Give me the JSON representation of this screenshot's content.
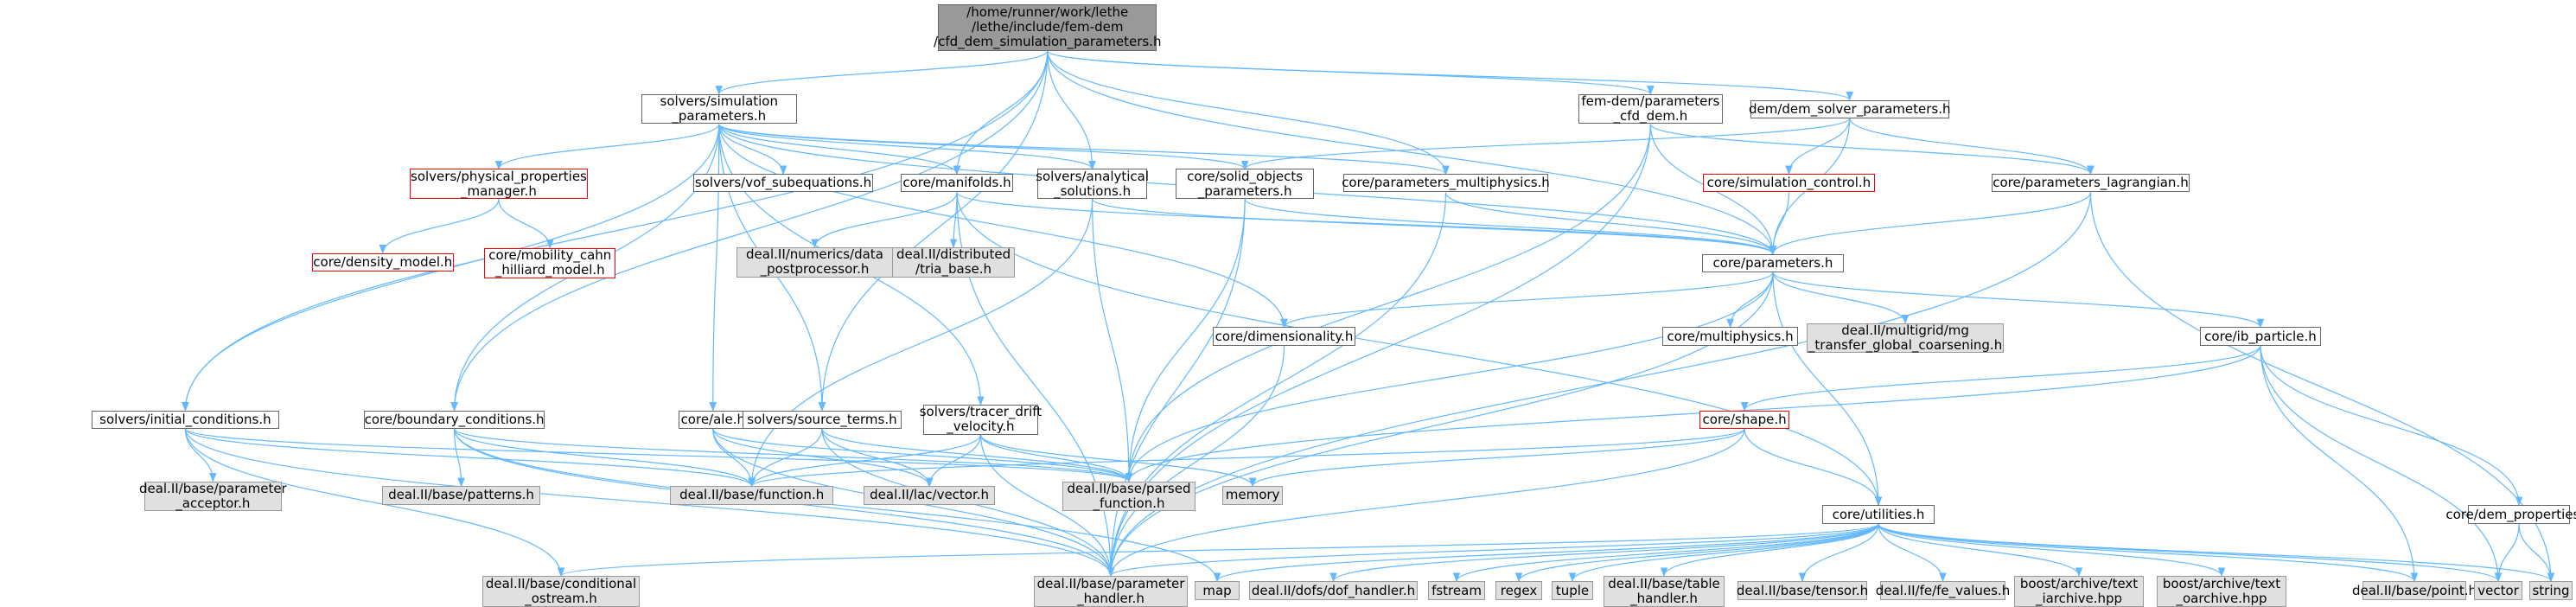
{
  "diagram": {
    "edge_color": "#63b8ff",
    "nodes": [
      {
        "id": "root",
        "label": "/home/runner/work/lethe\n/lethe/include/fem-dem\n/cfd_dem_simulation_parameters.h",
        "kind": "root"
      },
      {
        "id": "sim",
        "label": "solvers/simulation\n_parameters.h",
        "kind": "normal"
      },
      {
        "id": "femdem",
        "label": "fem-dem/parameters\n_cfd_dem.h",
        "kind": "normal"
      },
      {
        "id": "demsolver",
        "label": "dem/dem_solver_parameters.h",
        "kind": "normal"
      },
      {
        "id": "physprop",
        "label": "solvers/physical_properties\n_manager.h",
        "kind": "missing"
      },
      {
        "id": "vof",
        "label": "solvers/vof_subequations.h",
        "kind": "normal"
      },
      {
        "id": "manifolds",
        "label": "core/manifolds.h",
        "kind": "normal"
      },
      {
        "id": "analytical",
        "label": "solvers/analytical\n_solutions.h",
        "kind": "normal"
      },
      {
        "id": "solidobj",
        "label": "core/solid_objects\n_parameters.h",
        "kind": "normal"
      },
      {
        "id": "multiphys",
        "label": "core/parameters_multiphysics.h",
        "kind": "normal"
      },
      {
        "id": "simctrl",
        "label": "core/simulation_control.h",
        "kind": "missing"
      },
      {
        "id": "lagrangian",
        "label": "core/parameters_lagrangian.h",
        "kind": "normal"
      },
      {
        "id": "density",
        "label": "core/density_model.h",
        "kind": "missing"
      },
      {
        "id": "mobility",
        "label": "core/mobility_cahn\n_hilliard_model.h",
        "kind": "missing"
      },
      {
        "id": "datapost",
        "label": "deal.II/numerics/data\n_postprocessor.h",
        "kind": "system"
      },
      {
        "id": "triabase",
        "label": "deal.II/distributed\n/tria_base.h",
        "kind": "system"
      },
      {
        "id": "params",
        "label": "core/parameters.h",
        "kind": "normal"
      },
      {
        "id": "dimens",
        "label": "core/dimensionality.h",
        "kind": "normal"
      },
      {
        "id": "coremulti",
        "label": "core/multiphysics.h",
        "kind": "normal"
      },
      {
        "id": "mgtransfer",
        "label": "deal.II/multigrid/mg\n_transfer_global_coarsening.h",
        "kind": "system"
      },
      {
        "id": "ibparticle",
        "label": "core/ib_particle.h",
        "kind": "normal"
      },
      {
        "id": "initcond",
        "label": "solvers/initial_conditions.h",
        "kind": "normal"
      },
      {
        "id": "boundcond",
        "label": "core/boundary_conditions.h",
        "kind": "normal"
      },
      {
        "id": "ale",
        "label": "core/ale.h",
        "kind": "normal"
      },
      {
        "id": "sourceterms",
        "label": "solvers/source_terms.h",
        "kind": "normal"
      },
      {
        "id": "tracerdrift",
        "label": "solvers/tracer_drift\n_velocity.h",
        "kind": "normal"
      },
      {
        "id": "shape",
        "label": "core/shape.h",
        "kind": "missing"
      },
      {
        "id": "paramacceptor",
        "label": "deal.II/base/parameter\n_acceptor.h",
        "kind": "system"
      },
      {
        "id": "patterns",
        "label": "deal.II/base/patterns.h",
        "kind": "system"
      },
      {
        "id": "function",
        "label": "deal.II/base/function.h",
        "kind": "system"
      },
      {
        "id": "lacvector",
        "label": "deal.II/lac/vector.h",
        "kind": "system"
      },
      {
        "id": "parsedfunc",
        "label": "deal.II/base/parsed\n_function.h",
        "kind": "system"
      },
      {
        "id": "memory",
        "label": "memory",
        "kind": "system"
      },
      {
        "id": "utilities",
        "label": "core/utilities.h",
        "kind": "normal"
      },
      {
        "id": "demprops",
        "label": "core/dem_properties.h",
        "kind": "normal"
      },
      {
        "id": "condostream",
        "label": "deal.II/base/conditional\n_ostream.h",
        "kind": "system"
      },
      {
        "id": "paramhandler",
        "label": "deal.II/base/parameter\n_handler.h",
        "kind": "system"
      },
      {
        "id": "map",
        "label": "map",
        "kind": "system"
      },
      {
        "id": "dofhandler",
        "label": "deal.II/dofs/dof_handler.h",
        "kind": "system"
      },
      {
        "id": "fstream",
        "label": "fstream",
        "kind": "system"
      },
      {
        "id": "regex",
        "label": "regex",
        "kind": "system"
      },
      {
        "id": "tuple",
        "label": "tuple",
        "kind": "system"
      },
      {
        "id": "tablehandler",
        "label": "deal.II/base/table\n_handler.h",
        "kind": "system"
      },
      {
        "id": "tensor",
        "label": "deal.II/base/tensor.h",
        "kind": "system"
      },
      {
        "id": "fevalues",
        "label": "deal.II/fe/fe_values.h",
        "kind": "system"
      },
      {
        "id": "iarchive",
        "label": "boost/archive/text\n_iarchive.hpp",
        "kind": "system"
      },
      {
        "id": "oarchive",
        "label": "boost/archive/text\n_oarchive.hpp",
        "kind": "system"
      },
      {
        "id": "point",
        "label": "deal.II/base/point.h",
        "kind": "system"
      },
      {
        "id": "vector",
        "label": "vector",
        "kind": "system"
      },
      {
        "id": "string",
        "label": "string",
        "kind": "system"
      }
    ],
    "edges": [
      [
        "root",
        "sim"
      ],
      [
        "root",
        "femdem"
      ],
      [
        "root",
        "demsolver"
      ],
      [
        "root",
        "manifolds"
      ],
      [
        "root",
        "analytical"
      ],
      [
        "root",
        "multiphys"
      ],
      [
        "root",
        "params"
      ],
      [
        "root",
        "initcond"
      ],
      [
        "root",
        "boundcond"
      ],
      [
        "root",
        "sourceterms"
      ],
      [
        "sim",
        "physprop"
      ],
      [
        "sim",
        "vof"
      ],
      [
        "sim",
        "manifolds"
      ],
      [
        "sim",
        "analytical"
      ],
      [
        "sim",
        "solidobj"
      ],
      [
        "sim",
        "multiphys"
      ],
      [
        "sim",
        "params"
      ],
      [
        "sim",
        "dimens"
      ],
      [
        "sim",
        "initcond"
      ],
      [
        "sim",
        "boundcond"
      ],
      [
        "sim",
        "ale"
      ],
      [
        "sim",
        "sourceterms"
      ],
      [
        "sim",
        "tracerdrift"
      ],
      [
        "physprop",
        "density"
      ],
      [
        "physprop",
        "mobility"
      ],
      [
        "manifolds",
        "datapost"
      ],
      [
        "manifolds",
        "triabase"
      ],
      [
        "manifolds",
        "params"
      ],
      [
        "manifolds",
        "paramhandler"
      ],
      [
        "manifolds",
        "utilities"
      ],
      [
        "analytical",
        "params"
      ],
      [
        "analytical",
        "function"
      ],
      [
        "analytical",
        "parsedfunc"
      ],
      [
        "solidobj",
        "params"
      ],
      [
        "solidobj",
        "parsedfunc"
      ],
      [
        "solidobj",
        "paramhandler"
      ],
      [
        "multiphys",
        "params"
      ],
      [
        "multiphys",
        "paramhandler"
      ],
      [
        "femdem",
        "params"
      ],
      [
        "femdem",
        "lagrangian"
      ],
      [
        "femdem",
        "parsedfunc"
      ],
      [
        "femdem",
        "paramhandler"
      ],
      [
        "demsolver",
        "solidobj"
      ],
      [
        "demsolver",
        "simctrl"
      ],
      [
        "demsolver",
        "lagrangian"
      ],
      [
        "demsolver",
        "params"
      ],
      [
        "simctrl",
        "params"
      ],
      [
        "lagrangian",
        "params"
      ],
      [
        "lagrangian",
        "string"
      ],
      [
        "lagrangian",
        "paramhandler"
      ],
      [
        "params",
        "dimens"
      ],
      [
        "params",
        "coremulti"
      ],
      [
        "params",
        "mgtransfer"
      ],
      [
        "params",
        "ibparticle"
      ],
      [
        "params",
        "parsedfunc"
      ],
      [
        "params",
        "utilities"
      ],
      [
        "params",
        "paramhandler"
      ],
      [
        "dimens",
        "paramhandler"
      ],
      [
        "ibparticle",
        "shape"
      ],
      [
        "ibparticle",
        "demprops"
      ],
      [
        "ibparticle",
        "point"
      ],
      [
        "ibparticle",
        "vector"
      ],
      [
        "ibparticle",
        "parsedfunc"
      ],
      [
        "initcond",
        "paramacceptor"
      ],
      [
        "initcond",
        "function"
      ],
      [
        "initcond",
        "parsedfunc"
      ],
      [
        "initcond",
        "condostream"
      ],
      [
        "initcond",
        "paramhandler"
      ],
      [
        "boundcond",
        "patterns"
      ],
      [
        "boundcond",
        "function"
      ],
      [
        "boundcond",
        "parsedfunc"
      ],
      [
        "boundcond",
        "paramhandler"
      ],
      [
        "boundcond",
        "map"
      ],
      [
        "ale",
        "function"
      ],
      [
        "ale",
        "parsedfunc"
      ],
      [
        "ale",
        "lacvector"
      ],
      [
        "ale",
        "paramhandler"
      ],
      [
        "sourceterms",
        "function"
      ],
      [
        "sourceterms",
        "parsedfunc"
      ],
      [
        "sourceterms",
        "lacvector"
      ],
      [
        "sourceterms",
        "paramhandler"
      ],
      [
        "tracerdrift",
        "function"
      ],
      [
        "tracerdrift",
        "parsedfunc"
      ],
      [
        "tracerdrift",
        "lacvector"
      ],
      [
        "tracerdrift",
        "memory"
      ],
      [
        "tracerdrift",
        "paramhandler"
      ],
      [
        "shape",
        "function"
      ],
      [
        "shape",
        "memory"
      ],
      [
        "shape",
        "utilities"
      ],
      [
        "shape",
        "paramhandler"
      ],
      [
        "utilities",
        "condostream"
      ],
      [
        "utilities",
        "paramhandler"
      ],
      [
        "utilities",
        "map"
      ],
      [
        "utilities",
        "dofhandler"
      ],
      [
        "utilities",
        "fstream"
      ],
      [
        "utilities",
        "regex"
      ],
      [
        "utilities",
        "tuple"
      ],
      [
        "utilities",
        "tablehandler"
      ],
      [
        "utilities",
        "tensor"
      ],
      [
        "utilities",
        "fevalues"
      ],
      [
        "utilities",
        "iarchive"
      ],
      [
        "utilities",
        "oarchive"
      ],
      [
        "utilities",
        "point"
      ],
      [
        "utilities",
        "vector"
      ],
      [
        "utilities",
        "string"
      ],
      [
        "demprops",
        "vector"
      ],
      [
        "demprops",
        "string"
      ]
    ]
  }
}
